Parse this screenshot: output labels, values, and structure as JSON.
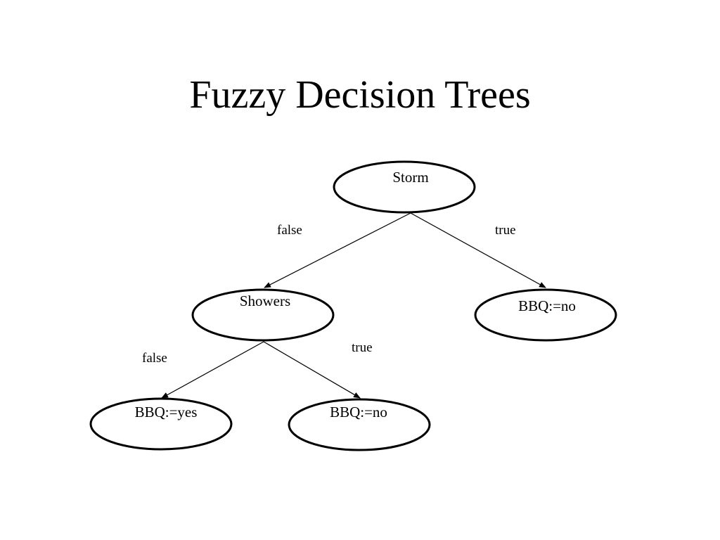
{
  "slide": {
    "title": "Fuzzy Decision Trees"
  },
  "tree": {
    "nodes": {
      "storm": "Storm",
      "showers": "Showers",
      "bbq_no_right": "BBQ:=no",
      "bbq_yes": "BBQ:=yes",
      "bbq_no_bottom": "BBQ:=no"
    },
    "edges": {
      "storm_false": "false",
      "storm_true": "true",
      "showers_false": "false",
      "showers_true": "true"
    }
  }
}
